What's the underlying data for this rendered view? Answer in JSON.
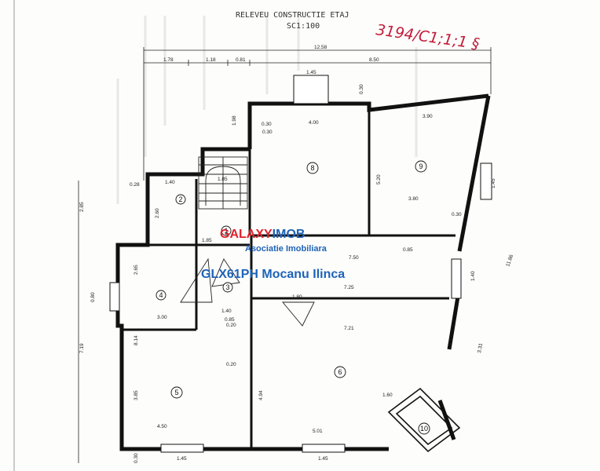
{
  "header": {
    "title": "RELEVEU CONSTRUCTIE ETAJ",
    "scale": "SC1:100",
    "reference": "3194/C1;1;1 §"
  },
  "rooms": [
    "8",
    "9",
    "2",
    "1",
    "3",
    "4",
    "6",
    "5",
    "10"
  ],
  "dims": [
    "12.58",
    "1.78",
    "1.18",
    "0.81",
    "8.50",
    "1.45",
    "4.00",
    "3.90",
    "0.30",
    "1.40",
    "1.85",
    "0.28",
    "1.85",
    "7.50",
    "7.25",
    "1.80",
    "7.21",
    "3.00",
    "1.40",
    "4.50",
    "5.01",
    "1.45",
    "1.45",
    "0.20",
    "0.20",
    "0.85",
    "0.30",
    "0.30",
    "3.80",
    "0.85",
    "1.60",
    "2.85",
    "7.19",
    "1.98",
    "0.30",
    "5.20",
    "11.86",
    "3.31",
    "2.65",
    "3.85",
    "4.94",
    "2.60",
    "0.80",
    "1.45",
    "1.40",
    "8.14",
    "0.30"
  ],
  "watermark": {
    "brand_red": "GALAXY",
    "brand_blue": "IMOB",
    "tagline": "Asociatie Imobiliara",
    "agent": "GLX61PH Mocanu Ilinca"
  },
  "colors": {
    "brand_red": "#e0242e",
    "brand_blue": "#1e63b8",
    "reference_red": "#c21d3a"
  }
}
